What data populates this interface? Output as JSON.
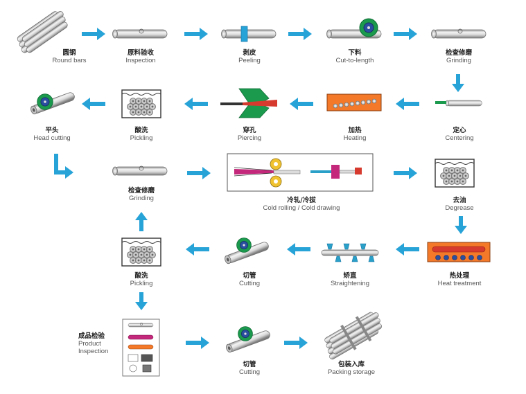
{
  "colors": {
    "arrow": "#27a3d8",
    "pipe_light": "#f2f2f2",
    "pipe_dark": "#9a9a9a",
    "pipe_outline": "#6f6f6f",
    "accent_green": "#1b9a4e",
    "accent_blue": "#2a4ea0",
    "heater_orange": "#f47a2a",
    "piercer_red": "#d63a2e",
    "drawing_magenta": "#c3287a",
    "roll_yellow": "#f0c230",
    "text_zh": "#222222",
    "text_en": "#555555"
  },
  "steps": [
    {
      "key": "round_bars",
      "zh": "圆钢",
      "en": "Round bars",
      "icon": "round-bars-bundle-icon"
    },
    {
      "key": "inspection",
      "zh": "原料验收",
      "en": "Inspection",
      "icon": "pipe-icon"
    },
    {
      "key": "peeling",
      "zh": "剥皮",
      "en": "Peeling",
      "icon": "pipe-peeling-icon"
    },
    {
      "key": "cut_to_length",
      "zh": "下料",
      "en": "Cut-to-length",
      "icon": "pipe-saw-icon"
    },
    {
      "key": "grinding_1",
      "zh": "检查修磨",
      "en": "Grinding",
      "icon": "pipe-icon"
    },
    {
      "key": "centering",
      "zh": "定心",
      "en": "Centering",
      "icon": "pipe-centering-icon"
    },
    {
      "key": "heating",
      "zh": "加热",
      "en": "Heating",
      "icon": "heating-furnace-icon"
    },
    {
      "key": "piercing",
      "zh": "穿孔",
      "en": "Piercing",
      "icon": "piercing-mill-icon"
    },
    {
      "key": "pickling_1",
      "zh": "酸洗",
      "en": "Pickling",
      "icon": "pickling-tank-icon"
    },
    {
      "key": "head_cutting",
      "zh": "平头",
      "en": "Head cutting",
      "icon": "pipe-saw-icon"
    },
    {
      "key": "grinding_2",
      "zh": "检查修磨",
      "en": "Grinding",
      "icon": "pipe-icon"
    },
    {
      "key": "cold_rolling",
      "zh": "冷轧/冷拔",
      "en": "Cold rolling / Cold drawing",
      "icon": "cold-rolling-drawing-icon"
    },
    {
      "key": "degrease",
      "zh": "去油",
      "en": "Degrease",
      "icon": "degrease-tank-icon"
    },
    {
      "key": "heat_treatment",
      "zh": "热处理",
      "en": "Heat treatment",
      "icon": "heat-treatment-furnace-icon"
    },
    {
      "key": "straightening",
      "zh": "矫直",
      "en": "Straightening",
      "icon": "straightening-rollers-icon"
    },
    {
      "key": "cutting_1",
      "zh": "切管",
      "en": "Cutting",
      "icon": "pipe-saw-icon"
    },
    {
      "key": "pickling_2",
      "zh": "酸洗",
      "en": "Pickling",
      "icon": "pickling-tank-icon"
    },
    {
      "key": "product_inspection",
      "zh": "成品检验",
      "en": "Product Inspection",
      "icon": "product-inspection-icon"
    },
    {
      "key": "cutting_2",
      "zh": "切管",
      "en": "Cutting",
      "icon": "pipe-saw-icon"
    },
    {
      "key": "packing",
      "zh": "包装入库",
      "en": "Packing storage",
      "icon": "packing-bundle-icon"
    }
  ]
}
